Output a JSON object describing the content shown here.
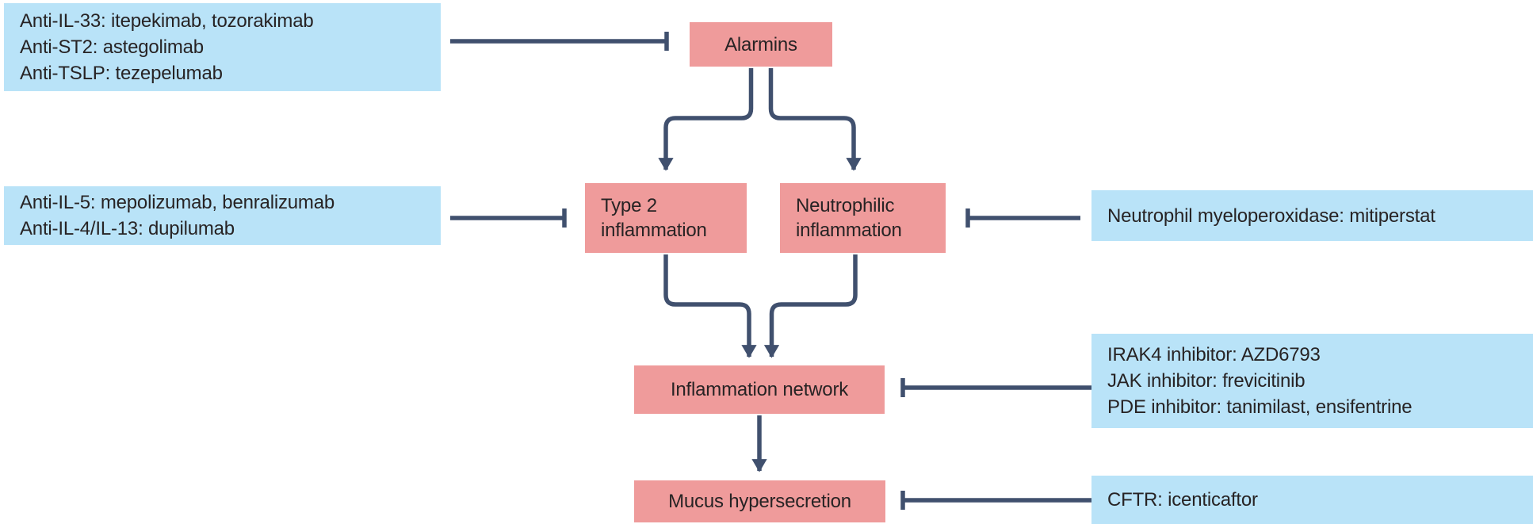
{
  "figure": {
    "description": "Inflammation pathway diagram with inhibitor drug annotations"
  },
  "colors": {
    "node_pink": "#EF9B9B",
    "annotation_blue": "#B9E3F8",
    "connector": "#40506E",
    "text": "#272324"
  },
  "nodes": {
    "alarmins": {
      "label": "Alarmins"
    },
    "type2": {
      "line1": "Type 2",
      "line2": "inflammation"
    },
    "neutrophilic": {
      "line1": "Neutrophilic",
      "line2": "inflammation"
    },
    "network": {
      "label": "Inflammation network"
    },
    "mucus": {
      "label": "Mucus hypersecretion"
    }
  },
  "annotations": {
    "alarmin_inhibitors": {
      "lines": [
        "Anti-IL-33: itepekimab, tozorakimab",
        "Anti-ST2: astegolimab",
        "Anti-TSLP: tezepelumab"
      ]
    },
    "type2_inhibitors": {
      "lines": [
        "Anti-IL-5: mepolizumab, benralizumab",
        "Anti-IL-4/IL-13: dupilumab"
      ]
    },
    "neutrophilic_inhibitors": {
      "lines": [
        "Neutrophil myeloperoxidase: mitiperstat"
      ]
    },
    "network_inhibitors": {
      "lines": [
        "IRAK4 inhibitor: AZD6793",
        "JAK inhibitor: frevicitinib",
        "PDE inhibitor: tanimilast, ensifentrine"
      ]
    },
    "mucus_inhibitors": {
      "lines": [
        "CFTR: icenticaftor"
      ]
    }
  }
}
